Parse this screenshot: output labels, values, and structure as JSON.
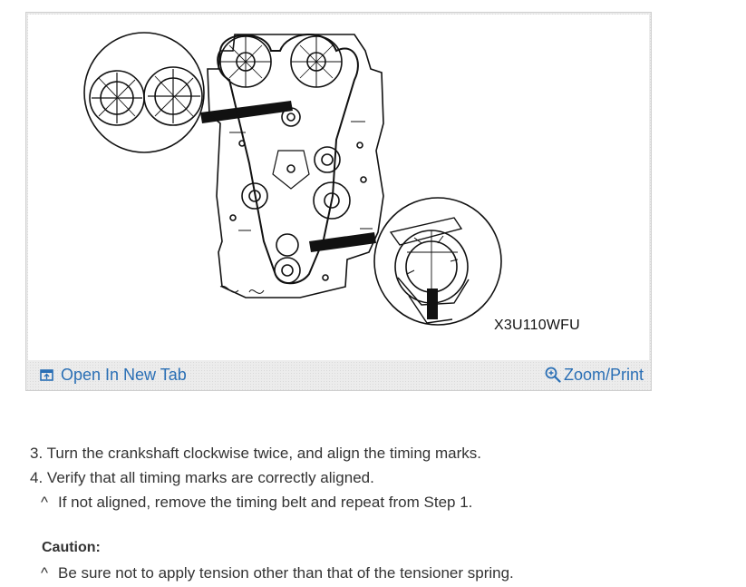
{
  "figure": {
    "code": "X3U110WFU",
    "alt": "Timing belt and sprocket timing marks diagram"
  },
  "toolbar": {
    "open_new_tab_label": "Open In New Tab",
    "zoom_print_label": "Zoom/Print",
    "link_color": "#2a6fb5"
  },
  "steps": [
    {
      "number": "3.",
      "text": "Turn the crankshaft clockwise twice, and align the timing marks."
    },
    {
      "number": "4.",
      "text": "Verify that all timing marks are correctly aligned."
    }
  ],
  "sub_note": {
    "bullet": "^",
    "text": "If not aligned, remove the timing belt and repeat from Step 1."
  },
  "caution": {
    "heading": "Caution:",
    "bullet": "^",
    "text": "Be sure not to apply tension other than that of the tensioner spring."
  }
}
